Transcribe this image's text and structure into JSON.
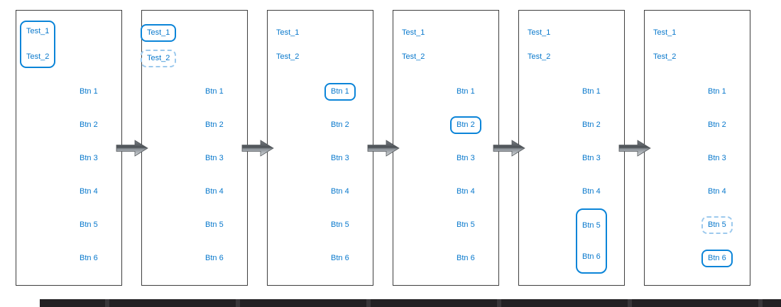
{
  "ui": {
    "accent_color": "#0878cc",
    "focus_ring_color": "#0a84d8",
    "placeholder_ring_color": "#9cc9ed",
    "panel_border_color": "#3d3d3d",
    "connector_icon": "right-arrow-icon"
  },
  "panels": [
    {
      "tests": [
        "Test_1",
        "Test_2"
      ],
      "buttons": [
        "Btn 1",
        "Btn 2",
        "Btn 3",
        "Btn 4",
        "Btn 5",
        "Btn 6"
      ],
      "selection": {
        "solid_ring_group": [
          "Test_1",
          "Test_2"
        ]
      }
    },
    {
      "tests": [
        "Test_1",
        "Test_2"
      ],
      "buttons": [
        "Btn 1",
        "Btn 2",
        "Btn 3",
        "Btn 4",
        "Btn 5",
        "Btn 6"
      ],
      "selection": {
        "solid_ring": [
          "Test_1"
        ],
        "dashed_ring": [
          "Test_2"
        ]
      }
    },
    {
      "tests": [
        "Test_1",
        "Test_2"
      ],
      "buttons": [
        "Btn 1",
        "Btn 2",
        "Btn 3",
        "Btn 4",
        "Btn 5",
        "Btn 6"
      ],
      "selection": {
        "solid_ring": [
          "Btn 1"
        ]
      }
    },
    {
      "tests": [
        "Test_1",
        "Test_2"
      ],
      "buttons": [
        "Btn 1",
        "Btn 2",
        "Btn 3",
        "Btn 4",
        "Btn 5",
        "Btn 6"
      ],
      "selection": {
        "solid_ring": [
          "Btn 2"
        ]
      }
    },
    {
      "tests": [
        "Test_1",
        "Test_2"
      ],
      "buttons": [
        "Btn 1",
        "Btn 2",
        "Btn 3",
        "Btn 4",
        "Btn 5",
        "Btn 6"
      ],
      "selection": {
        "solid_ring_group": [
          "Btn 5",
          "Btn 6"
        ]
      }
    },
    {
      "tests": [
        "Test_1",
        "Test_2"
      ],
      "buttons": [
        "Btn 1",
        "Btn 2",
        "Btn 3",
        "Btn 4",
        "Btn 5",
        "Btn 6"
      ],
      "selection": {
        "dashed_ring": [
          "Btn 5"
        ],
        "solid_ring": [
          "Btn 6"
        ]
      }
    }
  ]
}
